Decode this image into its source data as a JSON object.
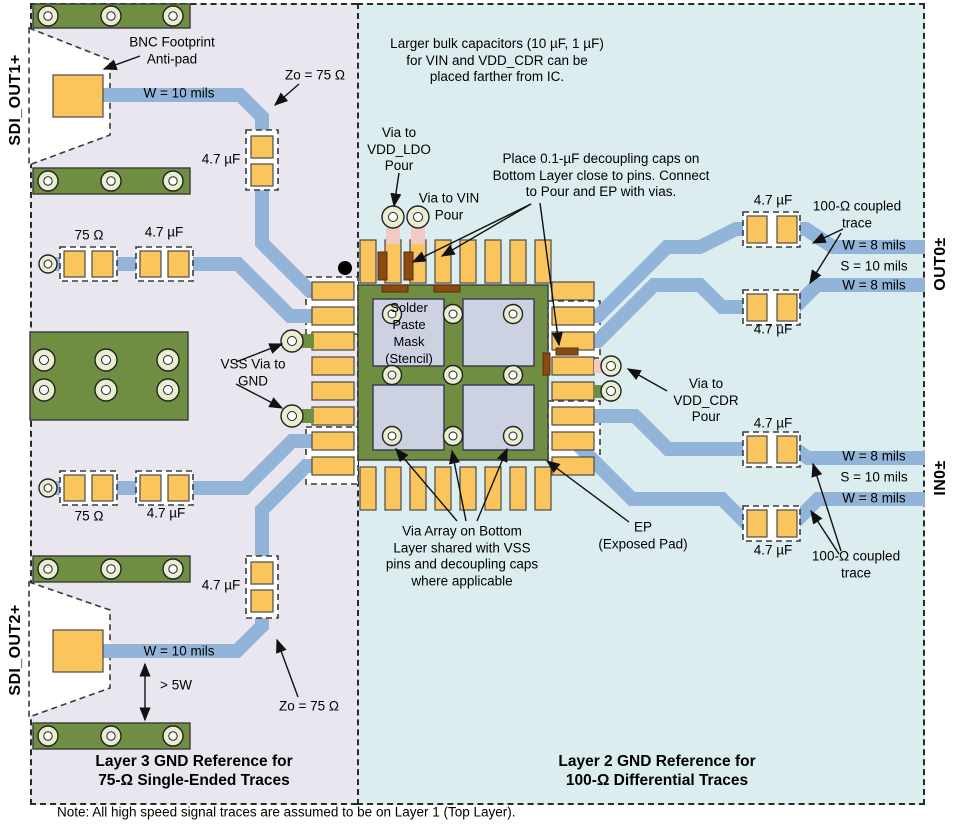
{
  "board": {
    "left_region_title": "Layer 3 GND Reference for\n75-Ω Single-Ended Traces",
    "right_region_title": "Layer 2 GND Reference for\n100-Ω Differential Traces",
    "note": "Note: All high speed signal traces are assumed to be on Layer 1 (Top Layer)."
  },
  "signals": {
    "sdi_out1": "SDI_OUT1+",
    "sdi_out2": "SDI_OUT2+",
    "out0": "OUT0±",
    "in0": "IN0±"
  },
  "labels": {
    "bnc_antipad": "BNC Footprint\nAnti-pad",
    "trace_width_10": "W = 10 mils",
    "zo_75": "Zo = 75 Ω",
    "cap_4u7": "4.7 µF",
    "res_75": "75 Ω",
    "bulk_caps_note": "Larger bulk capacitors (10 µF, 1 µF)\nfor VIN and VDD_CDR can be\nplaced farther from IC.",
    "via_vdd_ldo": "Via to\nVDD_LDO\nPour",
    "via_vin": "Via to VIN\nPour",
    "decoupling_note": "Place 0.1-µF decoupling caps on\nBottom Layer close to pins. Connect\nto Pour and EP with vias.",
    "vss_via": "VSS Via to\nGND",
    "solder_paste": "Solder\nPaste\nMask\n(Stencil)",
    "via_vdd_cdr": "Via to\nVDD_CDR\nPour",
    "ep": "EP\n(Exposed Pad)",
    "via_array_note": "Via Array on Bottom\nLayer shared with VSS\npins and decoupling caps\nwhere applicable",
    "coupled_trace": "100-Ω coupled\ntrace",
    "trace_width_8": "W = 8 mils",
    "spacing_10": "S = 10 mils",
    "clearance_5w": "> 5W"
  },
  "colors": {
    "board_left": "#e9e6f0",
    "board_right": "#dcedf0",
    "trace": "#92b4d9",
    "pad": "#fbc55e",
    "gnd": "#6f8e41",
    "stencil": "#cdd2e3",
    "via_ring": "#e9eed3",
    "pink": "#f2c9c5",
    "brown": "#8a4a12"
  }
}
